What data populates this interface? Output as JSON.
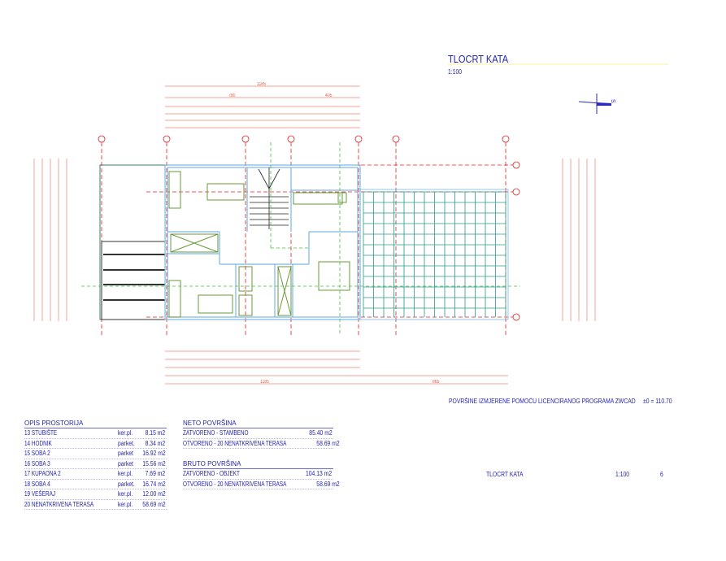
{
  "title": {
    "name": "TLOCRT KATA",
    "scale": "1:100"
  },
  "north": {
    "label": "S"
  },
  "dimensions": {
    "top_overall": "1185",
    "top_second": [
      "780",
      "405"
    ],
    "bottom_overall": [
      "1185",
      "865"
    ]
  },
  "opis": {
    "header": "OPIS PROSTORIJA",
    "rows": [
      {
        "name": "13 STUBIŠTE",
        "mat": "ker.pl.",
        "area": "8.15 m2"
      },
      {
        "name": "14 HODNIK",
        "mat": "parket.",
        "area": "8.34 m2"
      },
      {
        "name": "15 SOBA 2",
        "mat": "parket",
        "area": "16.92 m2"
      },
      {
        "name": "16 SOBA 3",
        "mat": "parket",
        "area": "15.56 m2"
      },
      {
        "name": "17 KUPAONA 2",
        "mat": "ker.pl.",
        "area": "7.69 m2"
      },
      {
        "name": "18 SOBA 4",
        "mat": "parket.",
        "area": "16.74 m2"
      },
      {
        "name": "19 VEŠERAJ",
        "mat": "ker.pl.",
        "area": "12.00 m2"
      },
      {
        "name": "20 NENATKRIVENA TERASA",
        "mat": "ker.pl.",
        "area": "58.69 m2"
      }
    ]
  },
  "neto": {
    "header": "NETO POVRŠINA",
    "rows": [
      {
        "name": "ZATVORENO - STAMBENO",
        "area": "85.40 m2"
      },
      {
        "name": "OTVORENO  - 20 NENATKRIVENA TERASA",
        "area": "58.69 m2"
      }
    ]
  },
  "bruto": {
    "header": "BRUTO POVRŠINA",
    "rows": [
      {
        "name": "ZATVORENO - OBJEKT",
        "area": "104.13 m2"
      },
      {
        "name": "OTVORENO  - 20 NENATKRIVENA TERASA",
        "area": "58.69 m2"
      }
    ]
  },
  "notes": {
    "measured": "POVRŠINE IZMJERENE POMOĆU LICENCIRANOG PROGRAMA ZWCAD",
    "elevation": "±0 = 110.70"
  },
  "titleblock": {
    "name": "TLOCRT KATA",
    "scale": "1:100",
    "sheet": "6"
  },
  "colors": {
    "text": "#2323b0",
    "dim": "#f08070",
    "axis": "#e02020",
    "wall": "#7ab8e8",
    "furn": "#6a9a3a",
    "grid": "#2a9a8a",
    "section": "#40c040"
  }
}
